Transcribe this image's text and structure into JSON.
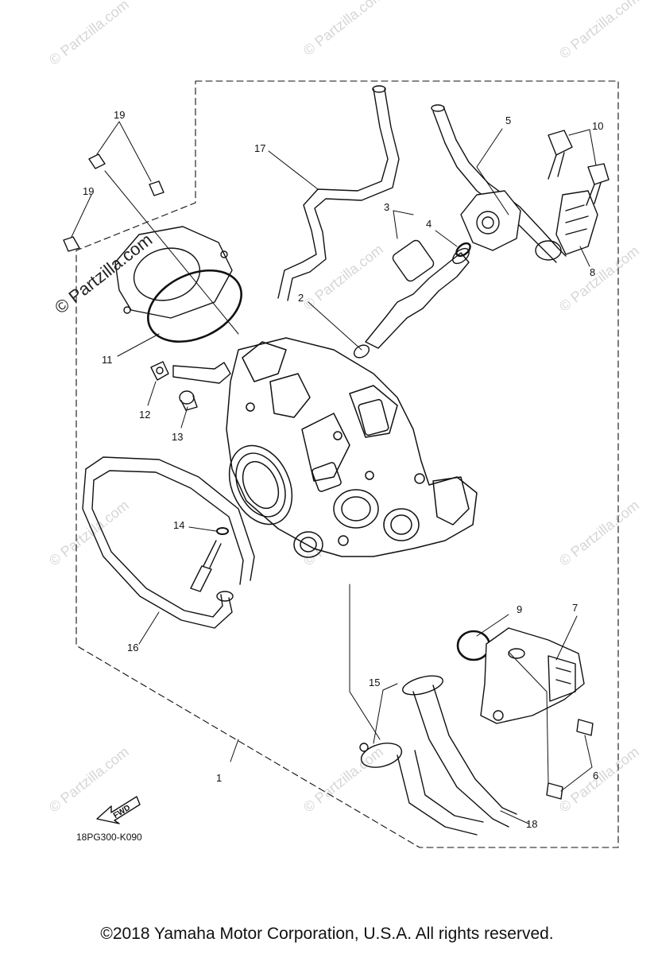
{
  "watermarks": {
    "small": "© Partzilla.com",
    "big": "© Partzilla.com"
  },
  "callouts": {
    "c1": "1",
    "c2": "2",
    "c3": "3",
    "c4": "4",
    "c5": "5",
    "c6": "6",
    "c7": "7",
    "c8": "8",
    "c9": "9",
    "c10": "10",
    "c11": "11",
    "c12": "12",
    "c13": "13",
    "c14": "14",
    "c15": "15",
    "c16": "16",
    "c17": "17",
    "c18": "18",
    "c19a": "19",
    "c19b": "19"
  },
  "fwd_label": "FWD",
  "diagram_code": "18PG300-K090",
  "copyright": "©2018 Yamaha Motor Corporation, U.S.A. All rights reserved.",
  "colors": {
    "line": "#111111",
    "watermark": "#d6d6d6",
    "background": "#ffffff"
  }
}
